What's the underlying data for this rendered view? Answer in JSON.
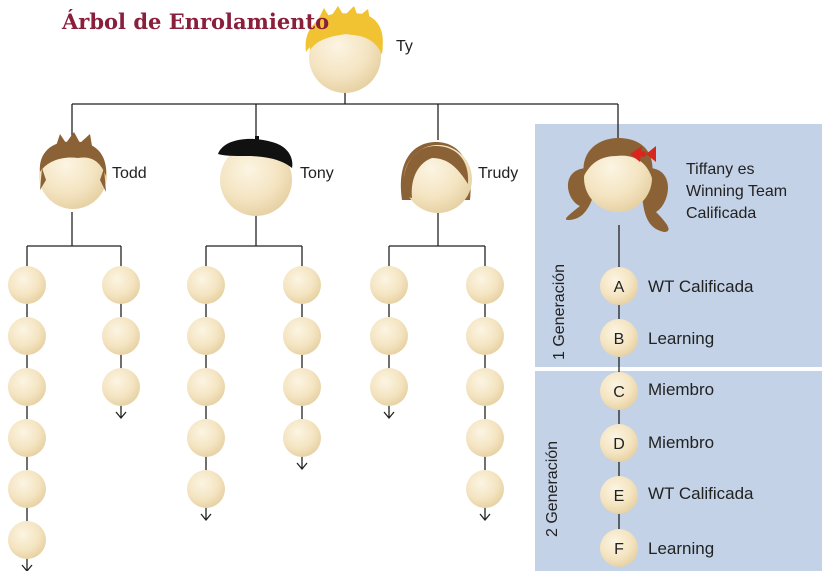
{
  "title": "Árbol de Enrolamiento",
  "root": {
    "name": "Ty",
    "hair": "blonde"
  },
  "children": [
    {
      "name": "Todd",
      "hair": "brown-short",
      "left_chain": 6,
      "right_chain": 3
    },
    {
      "name": "Tony",
      "hair": "beret",
      "left_chain": 5,
      "right_chain": 4
    },
    {
      "name": "Trudy",
      "hair": "bob",
      "left_chain": 3,
      "right_chain": 5
    }
  ],
  "tiffany": {
    "label_lines": [
      "Tiffany es",
      "Winning Team",
      "Calificada"
    ],
    "hair": "ponytails-with-bow",
    "generations": [
      {
        "label": "1 Generación",
        "rows": [
          {
            "letter": "A",
            "text": "WT Calificada"
          },
          {
            "letter": "B",
            "text": "Learning"
          }
        ]
      },
      {
        "label": "2 Generación",
        "rows": [
          {
            "letter": "C",
            "text": "Miembro"
          },
          {
            "letter": "D",
            "text": "Miembro"
          },
          {
            "letter": "E",
            "text": "WT Calificada"
          },
          {
            "letter": "F",
            "text": "Learning"
          }
        ]
      }
    ]
  },
  "colors": {
    "title": "#8a1f3c",
    "panel": "#c3d2e6",
    "face": "#f4e4c1",
    "hair_blonde": "#f1c232",
    "hair_brown": "#8a6236",
    "beret": "#111111",
    "bow": "#d9261c",
    "line": "#222222"
  }
}
